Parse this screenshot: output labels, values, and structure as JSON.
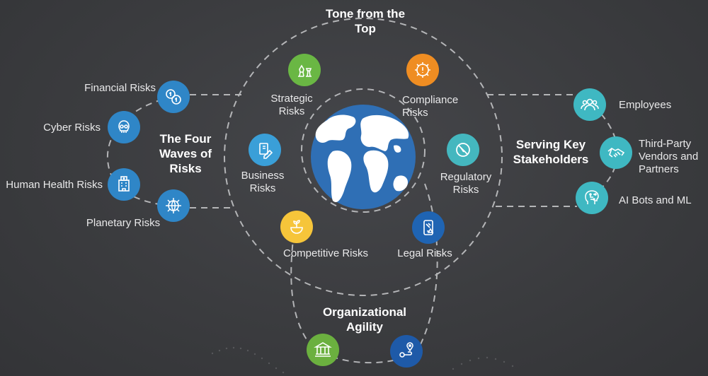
{
  "center_title": "Tone from the Top",
  "left_title": "The Four Waves of Risks",
  "right_title": "Serving Key Stakeholders",
  "bottom_title": "Organizational Agility",
  "inner_items": {
    "strategic": "Strategic Risks",
    "compliance": "Compliance Risks",
    "business": "Business Risks",
    "regulatory": "Regulatory Risks",
    "competitive": "Competitive Risks",
    "legal": "Legal Risks"
  },
  "left_items": {
    "financial": "Financial Risks",
    "cyber": "Cyber Risks",
    "human_health": "Human Health Risks",
    "planetary": "Planetary Risks"
  },
  "right_items": {
    "employees": "Employees",
    "third_party": "Third-Party Vendors and Partners",
    "ai": "AI Bots and ML"
  },
  "colors": {
    "background": "#3a3b3e",
    "globe": "#2f6fb5",
    "blue": "#2f86c7",
    "teal": "#3fb8c2",
    "green": "#6ab744",
    "orange": "#ef8d22",
    "yellow": "#f6c53a"
  },
  "icons": {
    "financial": "coins-icon",
    "cyber": "skull-icon",
    "human_health": "hospital-icon",
    "planetary": "globe-network-icon",
    "strategic": "chess-icon",
    "compliance": "gear-alert-icon",
    "business": "documents-icon",
    "regulatory": "prohibited-icon",
    "competitive": "growth-pot-icon",
    "legal": "legal-tablet-icon",
    "employees": "people-icon",
    "third_party": "handshake-icon",
    "ai": "ai-head-icon",
    "agility_1": "institution-icon",
    "agility_2": "route-map-icon"
  }
}
